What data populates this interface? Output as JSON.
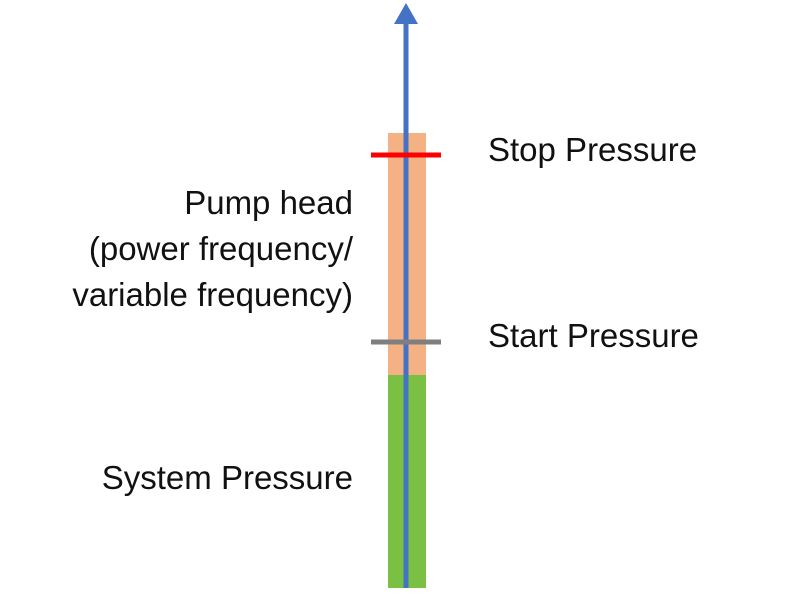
{
  "labels": {
    "stop_pressure": "Stop Pressure",
    "start_pressure": "Start Pressure",
    "pump_head": [
      "Pump head",
      "(power frequency/",
      "variable frequency)"
    ],
    "system_pressure": "System Pressure"
  },
  "colors": {
    "pump_head_band": "#f4b183",
    "system_pressure_band": "#7ac143",
    "axis_arrow": "#4472c4",
    "stop_marker": "#ff0000",
    "start_marker": "#7f7f7f"
  }
}
